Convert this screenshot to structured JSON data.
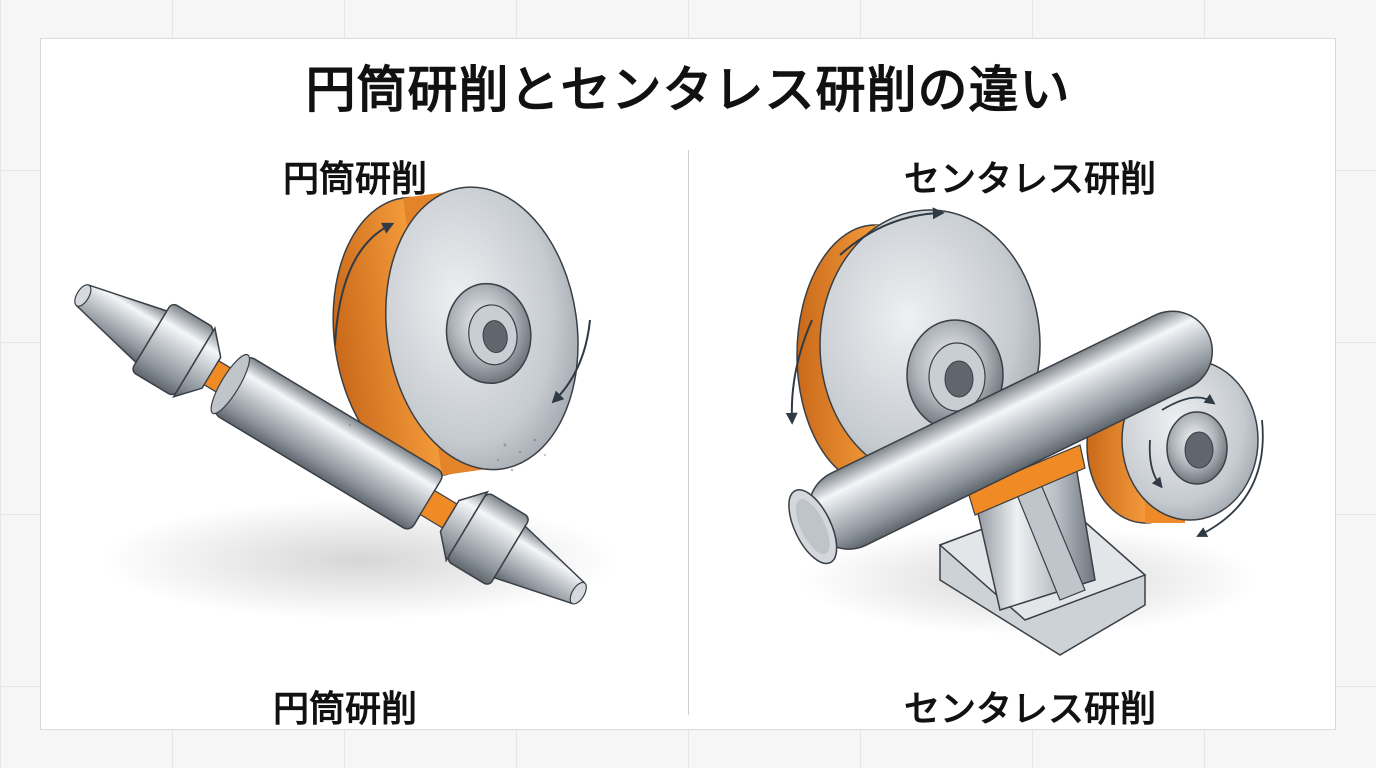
{
  "title": "円筒研削とセンタレス研削の違い",
  "panels": {
    "left": {
      "label_top": "円筒研削",
      "label_bottom": "円筒研削"
    },
    "right": {
      "label_top": "センタレス研削",
      "label_bottom": "センタレス研削"
    }
  },
  "colors": {
    "accent_orange": "#f08a24",
    "steel_light": "#e9ecef",
    "steel_mid": "#a9afb6",
    "steel_dark": "#5f666e",
    "outline": "#3a3f45",
    "arrow": "#2f3a44"
  }
}
